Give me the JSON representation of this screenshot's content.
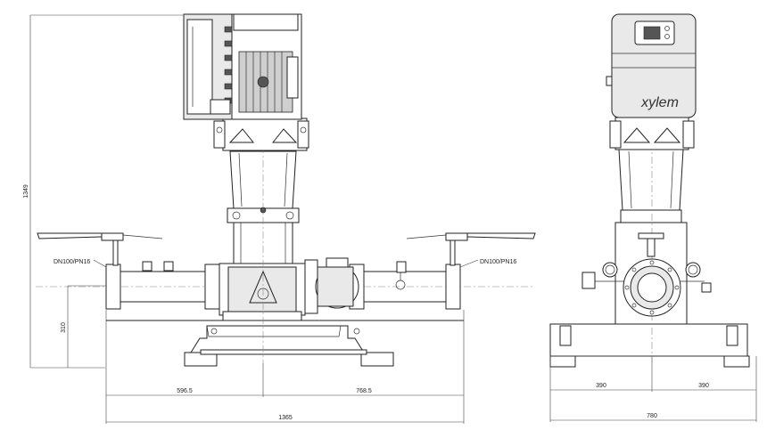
{
  "brand": "xylem",
  "dimensions": {
    "height_total": "1349",
    "height_inlet": "310",
    "flange_left": "DN100/PN16",
    "flange_right": "DN100/PN16",
    "left_to_center": "596.5",
    "center_to_right": "768.5",
    "total_length": "1365",
    "side_left": "390",
    "side_right": "390",
    "side_total": "780"
  }
}
